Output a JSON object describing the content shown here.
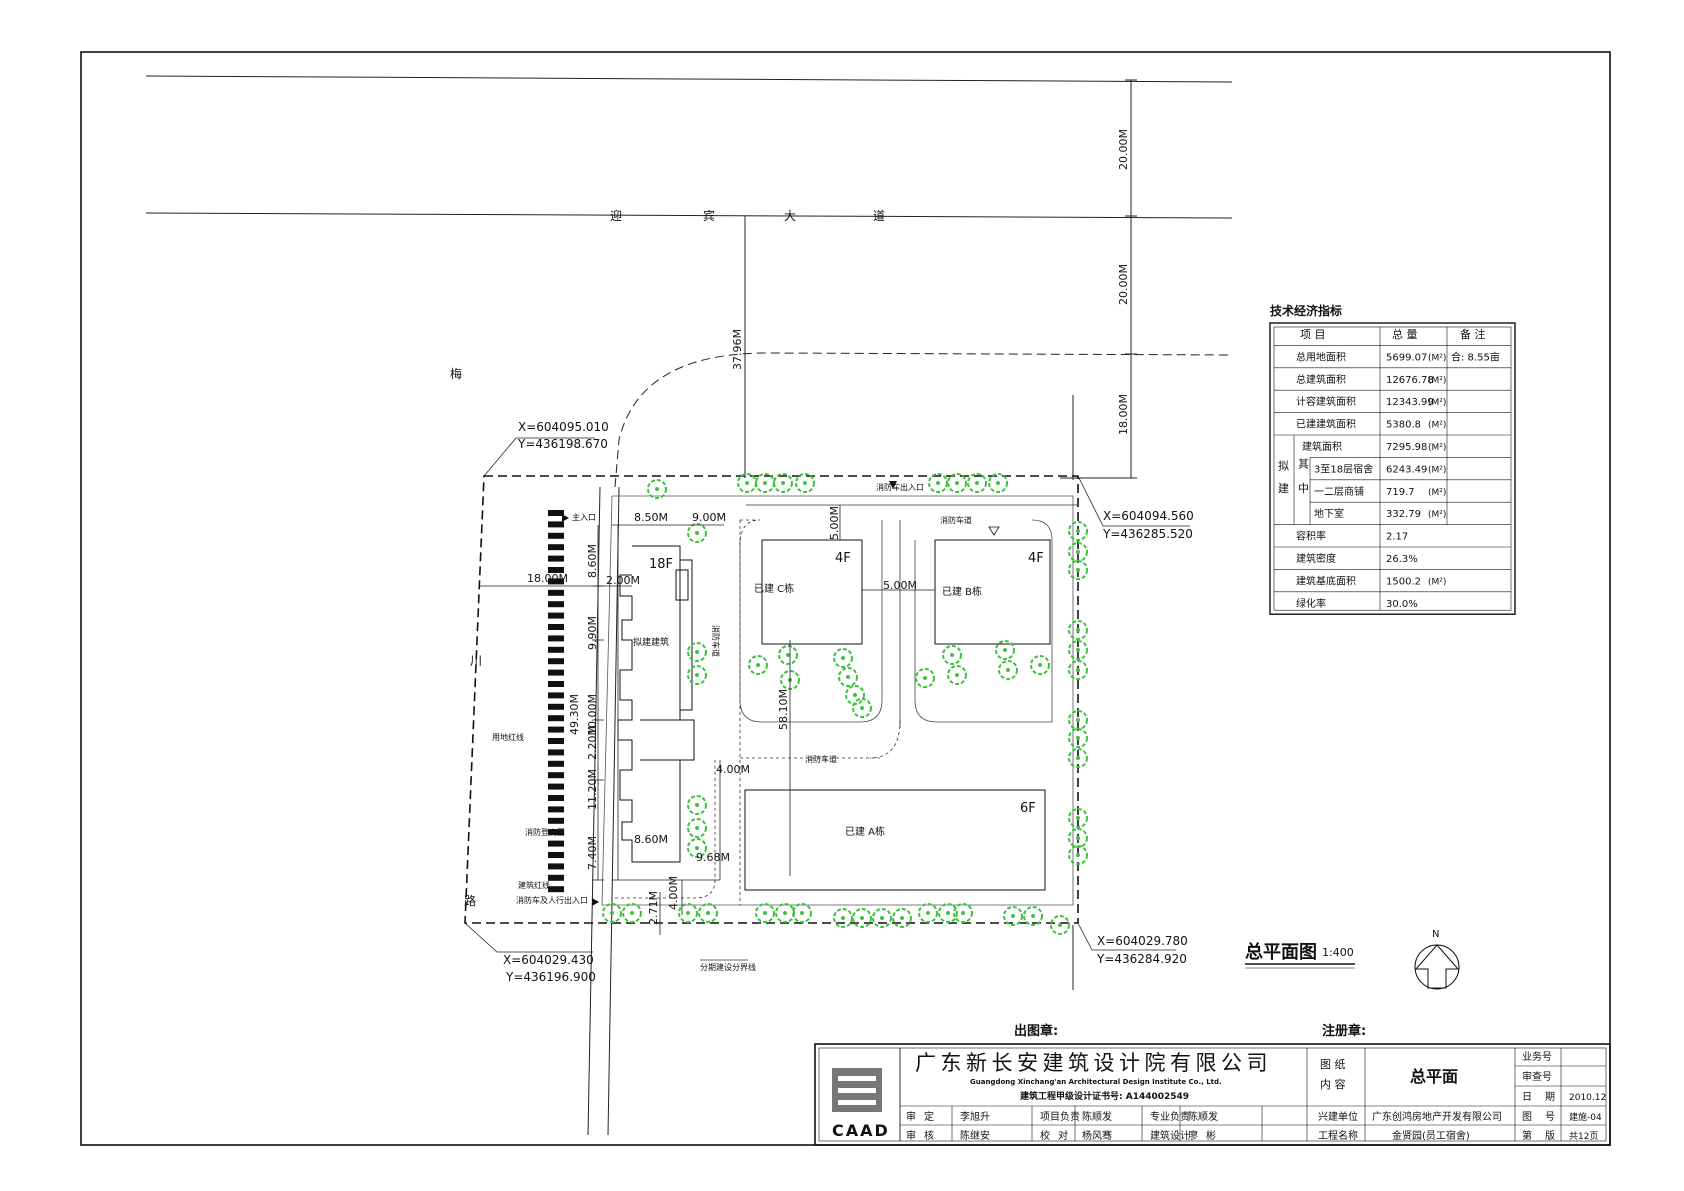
{
  "road": {
    "name_chars": [
      "迎",
      "宾",
      "大",
      "道"
    ],
    "side_chars": [
      "梅",
      "川",
      "路"
    ]
  },
  "dims": {
    "d_20a": "20.00M",
    "d_20b": "20.00M",
    "d_18": "18.00M",
    "d_37": "37.96M",
    "d_18w": "18.00M",
    "d_850": "8.50M",
    "d_900": "9.00M",
    "d_860t": "8.60M",
    "d_200": "2.00M",
    "d_990": "9.90M",
    "d_4930": "49.30M",
    "d_1000": "10.00M",
    "d_220": "2.20M",
    "d_1120": "11.20M",
    "d_740": "7.40M",
    "d_860b": "8.60M",
    "d_968": "9.68M",
    "d_400a": "4.00M",
    "d_400b": "4.00M",
    "d_271": "2.71M",
    "d_500a": "5.00M",
    "d_500b": "5.00M",
    "d_5810": "58.10M"
  },
  "coords": {
    "tl_x": "X=604095.010",
    "tl_y": "Y=436198.670",
    "tr_x": "X=604094.560",
    "tr_y": "Y=436285.520",
    "bl_x": "X=604029.430",
    "bl_y": "Y=436196.900",
    "br_x": "X=604029.780",
    "br_y": "Y=436284.920"
  },
  "labels": {
    "floors_18": "18F",
    "floors_c": "4F",
    "floors_b": "4F",
    "floors_a": "6F",
    "bldg_new": "拟建建筑",
    "bldg_c": "已建  C栋",
    "bldg_b": "已建  B栋",
    "bldg_a": "已建  A栋",
    "fire_road_1": "消防车道",
    "fire_road_2": "消防车道",
    "fire_road_3": "消防车道",
    "fire_entry_top": "消防车出入口",
    "main_entry": "主入口",
    "fire_site": "消防登高面",
    "land_line": "用地红线",
    "build_line": "建筑红线",
    "fire_people_entry": "消防车及人行出入口",
    "phase_line": "分期建设分界线"
  },
  "plan_title": {
    "name": "总平面图",
    "scale": "1:400"
  },
  "north": "N",
  "indicators": {
    "title": "技术经济指标",
    "headers": [
      "项    目",
      "总  量",
      "备  注"
    ],
    "rows": [
      {
        "name": "总用地面积",
        "value": "5699.07",
        "unit": "(M²)",
        "note": "合: 8.55亩"
      },
      {
        "name": "总建筑面积",
        "value": "12676.78",
        "unit": "(M²)",
        "note": ""
      },
      {
        "name": "计容建筑面积",
        "value": "12343.99",
        "unit": "(M²)",
        "note": ""
      },
      {
        "name": "已建建筑面积",
        "value": "5380.8",
        "unit": "(M²)",
        "note": ""
      },
      {
        "name": "建筑面积",
        "value": "7295.98",
        "unit": "(M²)",
        "note": ""
      },
      {
        "name": "3至18层宿舍",
        "value": "6243.49",
        "unit": "(M²)",
        "note": ""
      },
      {
        "name": "一二层商铺",
        "value": "719.7",
        "unit": "(M²)",
        "note": ""
      },
      {
        "name": "地下室",
        "value": "332.79",
        "unit": "(M²)",
        "note": ""
      },
      {
        "name": "容积率",
        "value": "2.17",
        "unit": "",
        "note": ""
      },
      {
        "name": "建筑密度",
        "value": "26.3%",
        "unit": "",
        "note": ""
      },
      {
        "name": "建筑基底面积",
        "value": "1500.2",
        "unit": "(M²)",
        "note": ""
      },
      {
        "name": "绿化率",
        "value": "30.0%",
        "unit": "",
        "note": ""
      }
    ],
    "group_proposed": [
      "拟",
      "建"
    ],
    "group_among": [
      "其",
      "中"
    ]
  },
  "stamps": {
    "out": "出图章:",
    "reg": "注册章:"
  },
  "titleblock": {
    "company": "广东新长安建筑设计院有限公司",
    "company_en": "Guangdong Xinchang'an Architectural Design Institute Co., Ltd.",
    "cert": "建筑工程甲级设计证书号: A144002549",
    "logo_text": "CAAD",
    "content_label": [
      "图  纸",
      "内  容"
    ],
    "drawing_name": "总平面",
    "r1": [
      [
        "审",
        "定"
      ],
      "李旭升",
      "项目负责",
      "陈顺发",
      "专业负责",
      "陈顺发"
    ],
    "r2": [
      [
        "审",
        "核"
      ],
      "陈继安",
      [
        "校",
        "对"
      ],
      "杨风骞",
      "建筑设计",
      [
        "廖",
        "彬"
      ]
    ],
    "client_label": "兴建单位",
    "client": "广东创鸿房地产开发有限公司",
    "project_label": "工程名称",
    "project": "金贤园(员工宿舍)",
    "right_labels": [
      "业务号",
      "审查号",
      [
        "日",
        "期"
      ],
      [
        "图",
        "号"
      ],
      [
        "第",
        "版"
      ]
    ],
    "right_values": [
      "",
      "",
      "2010.12",
      "建施-04",
      "共12页"
    ]
  }
}
